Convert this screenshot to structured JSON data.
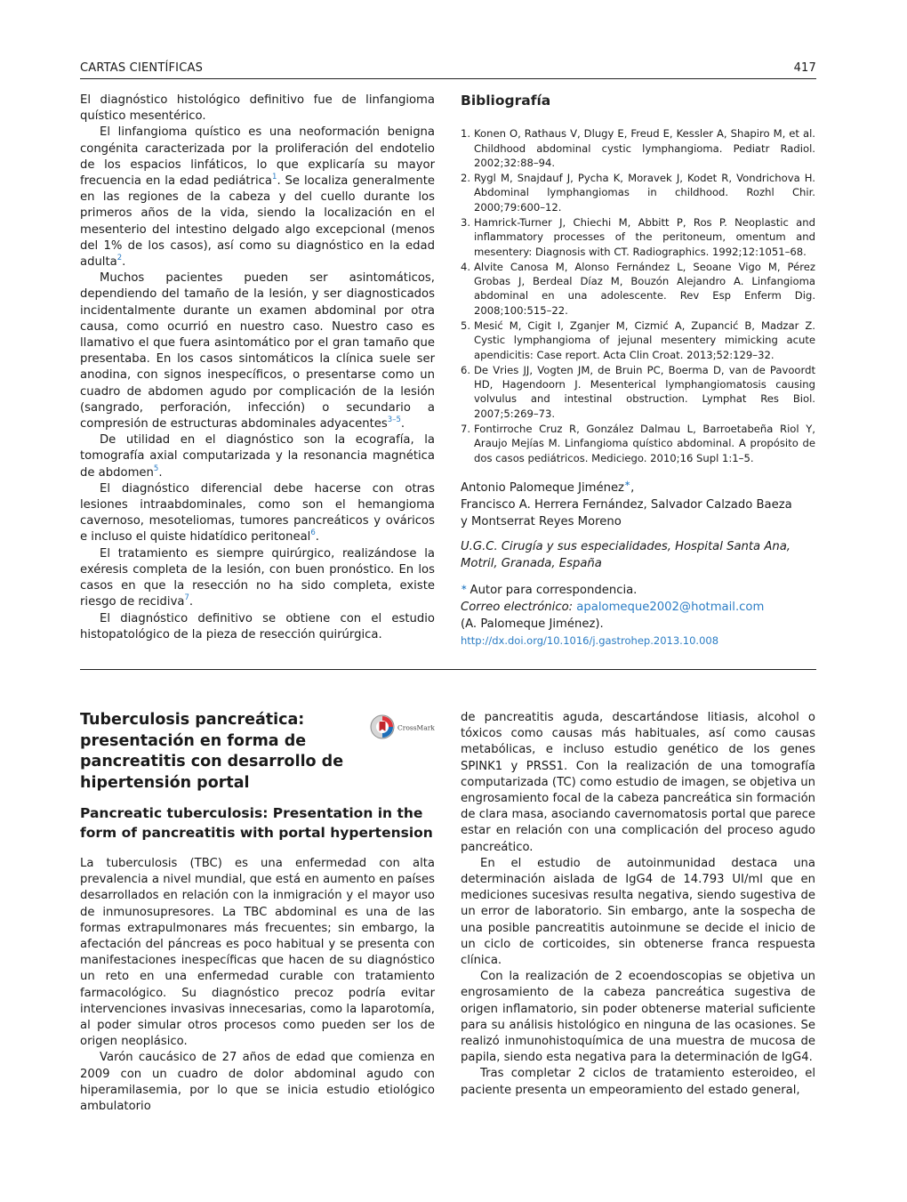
{
  "header": {
    "section": "CARTAS CIENTÍFICAS",
    "page_number": "417"
  },
  "previous_article": {
    "paragraphs": [
      {
        "text": "El diagnóstico histológico definitivo fue de linfangioma quístico mesentérico.",
        "ref": "",
        "end": ""
      },
      {
        "text": "El linfangioma quístico es una neoformación benigna congénita caracterizada por la proliferación del endotelio de los espacios linfáticos, lo que explicaría su mayor frecuencia en la edad pediátrica",
        "ref": "1",
        "end": ". Se localiza generalmente en las regiones de la cabeza y del cuello durante los primeros años de la vida, siendo la localización en el mesenterio del intestino delgado algo excepcional (menos del 1% de los casos), así como su diagnóstico en la edad adulta",
        "ref2": "2",
        "end2": "."
      },
      {
        "text": "Muchos pacientes pueden ser asintomáticos, dependiendo del tamaño de la lesión, y ser diagnosticados incidentalmente durante un examen abdominal por otra causa, como ocurrió en nuestro caso. Nuestro caso es llamativo el que fuera asintomático por el gran tamaño que presentaba. En los casos sintomáticos la clínica suele ser anodina, con signos inespecíficos, o presentarse como un cuadro de abdomen agudo por complicación de la lesión (sangrado, perforación, infección) o secundario a compresión de estructuras abdominales adyacentes",
        "ref": "3–5",
        "end": "."
      },
      {
        "text": "De utilidad en el diagnóstico son la ecografía, la tomografía axial computarizada y la resonancia magnética de abdomen",
        "ref": "5",
        "end": "."
      },
      {
        "text": "El diagnóstico diferencial debe hacerse con otras lesiones intraabdominales, como son el hemangioma cavernoso, mesoteliomas, tumores pancreáticos y ováricos e incluso el quiste hidatídico peritoneal",
        "ref": "6",
        "end": "."
      },
      {
        "text": "El tratamiento es siempre quirúrgico, realizándose la exéresis completa de la lesión, con buen pronóstico. En los casos en que la resección no ha sido completa, existe riesgo de recidiva",
        "ref": "7",
        "end": "."
      },
      {
        "text": "El diagnóstico definitivo se obtiene con el estudio histopatológico de la pieza de resección quirúrgica.",
        "ref": "",
        "end": ""
      }
    ],
    "bibliography_title": "Bibliografía",
    "references": [
      {
        "num": "1.",
        "text": "Konen O, Rathaus V, Dlugy E, Freud E, Kessler A, Shapiro M, et al. Childhood abdominal cystic lymphangioma. Pediatr Radiol. 2002;32:88–94."
      },
      {
        "num": "2.",
        "text": "Rygl M, Snajdauf J, Pycha K, Moravek J, Kodet R, Vondrichova H. Abdominal lymphangiomas in childhood. Rozhl Chir. 2000;79:600–12."
      },
      {
        "num": "3.",
        "text": "Hamrick-Turner J, Chiechi M, Abbitt P, Ros P. Neoplastic and inflammatory processes of the peritoneum, omentum and mesentery: Diagnosis with CT. Radiographics. 1992;12:1051–68."
      },
      {
        "num": "4.",
        "text": "Alvite Canosa M, Alonso Fernández L, Seoane Vigo M, Pérez Grobas J, Berdeal Díaz M, Bouzón Alejandro A. Linfangioma abdominal en una adolescente. Rev Esp Enferm Dig. 2008;100:515–22."
      },
      {
        "num": "5.",
        "text": "Mesić M, Cigit I, Zganjer M, Cizmić A, Zupancić B, Madzar Z. Cystic lymphangioma of jejunal mesentery mimicking acute apendicitis: Case report. Acta Clin Croat. 2013;52:129–32."
      },
      {
        "num": "6.",
        "text": "De Vries JJ, Vogten JM, de Bruin PC, Boerma D, van de Pavoordt HD, Hagendoorn J. Mesenterical lymphangiomatosis causing volvulus and intestinal obstruction. Lymphat Res Biol. 2007;5:269–73."
      },
      {
        "num": "7.",
        "text": "Fontirroche Cruz R, González Dalmau L, Barroetabeña Riol Y, Araujo Mejías M. Linfangioma quístico abdominal. A propósito de dos casos pediátricos. Mediciego. 2010;16 Supl 1:1–5."
      }
    ],
    "authors": {
      "line1": "Antonio Palomeque Jiménez",
      "star": "∗",
      "line1_end": ",",
      "line2": "Francisco A. Herrera Fernández, Salvador Calzado Baeza",
      "line3": "y  Montserrat Reyes Moreno"
    },
    "affiliation": {
      "line1": "U.G.C. Cirugía y sus especialidades, Hospital Santa Ana,",
      "line2": "Motril, Granada, España"
    },
    "correspondence": {
      "star": "∗",
      "note": "Autor para correspondencia.",
      "email_label": "Correo electrónico:",
      "email": "apalomeque2002@hotmail.com",
      "email_owner": "(A. Palomeque Jiménez).",
      "doi": "http://dx.doi.org/10.1016/j.gastrohep.2013.10.008"
    }
  },
  "new_article": {
    "title": "Tuberculosis pancreática: presentación en forma de pancreatitis con desarrollo de hipertensión portal",
    "crossmark_label": "CrossMark",
    "english_title": "Pancreatic tuberculosis: Presentation in the form of pancreatitis with portal hypertension",
    "left_paragraphs": [
      "La tuberculosis (TBC) es una enfermedad con alta prevalencia a nivel mundial, que está en aumento en países desarrollados en relación con la inmigración y el mayor uso de inmunosupresores. La TBC abdominal es una de las formas extrapulmonares más frecuentes; sin embargo, la afectación del páncreas es poco habitual y se presenta con manifestaciones inespecíficas que hacen de su diagnóstico un reto en una enfermedad curable con tratamiento farmacológico. Su diagnóstico precoz podría evitar intervenciones invasivas innecesarias, como la laparotomía, al poder simular otros procesos como pueden ser los de origen neoplásico.",
      "Varón caucásico de 27 años de edad que comienza en 2009 con un cuadro de dolor abdominal agudo con hiperamilasemia, por lo que se inicia estudio etiológico ambulatorio"
    ],
    "right_paragraphs": [
      "de pancreatitis aguda, descartándose litiasis, alcohol o tóxicos como causas más habituales, así como causas metabólicas, e incluso estudio genético de los genes SPINK1 y PRSS1. Con la realización de una tomografía computarizada (TC) como estudio de imagen, se objetiva un engrosamiento focal de la cabeza pancreática sin formación de clara masa, asociando cavernomatosis portal que parece estar en relación con una complicación del proceso agudo pancreático.",
      "En el estudio de autoinmunidad destaca una determinación aislada de IgG4 de 14.793 UI/ml que en mediciones sucesivas resulta negativa, siendo sugestiva de un error de laboratorio. Sin embargo, ante la sospecha de una posible pancreatitis autoinmune se decide el inicio de un ciclo de corticoides, sin obtenerse franca respuesta clínica.",
      "Con la realización de 2 ecoendoscopias se objetiva un engrosamiento de la cabeza pancreática sugestiva de origen inflamatorio, sin poder obtenerse material suficiente para su análisis histológico en ninguna de las ocasiones. Se realizó inmunohistoquímica de una muestra de mucosa de papila, siendo esta negativa para la determinación de IgG4.",
      "Tras completar 2 ciclos de tratamiento esteroideo, el paciente presenta un empeoramiento del estado general,"
    ]
  }
}
